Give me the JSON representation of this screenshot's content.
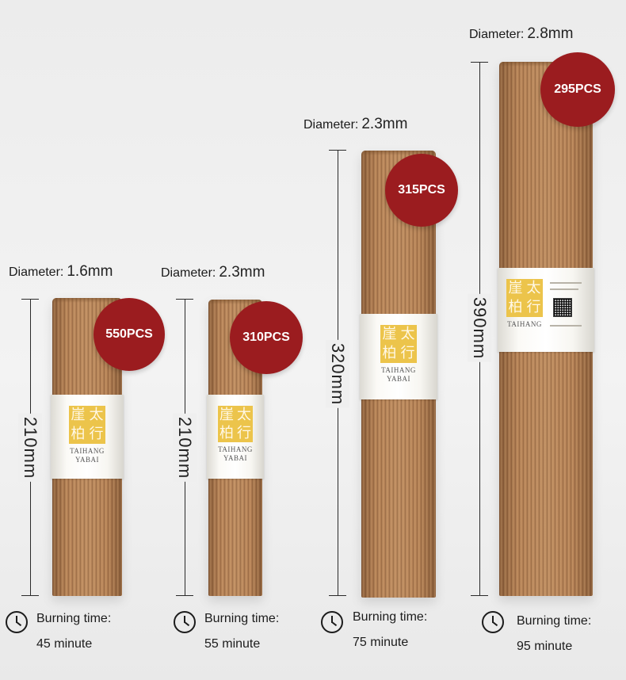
{
  "brand": {
    "chinese": [
      "太",
      "行",
      "崖",
      "柏"
    ],
    "english_line1": "TAIHANG",
    "english_line2": "YABAI"
  },
  "products": [
    {
      "diameter_label": "Diameter:",
      "diameter_value": "1.6mm",
      "length": "210mm",
      "count": "550PCS",
      "burn_label": "Burning time:",
      "burn_value": "45 minute",
      "clock_icon": "clock-icon"
    },
    {
      "diameter_label": "Diameter:",
      "diameter_value": "2.3mm",
      "length": "210mm",
      "count": "310PCS",
      "burn_label": "Burning time:",
      "burn_value": "55 minute",
      "clock_icon": "clock-icon"
    },
    {
      "diameter_label": "Diameter:",
      "diameter_value": "2.3mm",
      "length": "320mm",
      "count": "315PCS",
      "burn_label": "Burning time:",
      "burn_value": "75 minute",
      "clock_icon": "clock-icon"
    },
    {
      "diameter_label": "Diameter:",
      "diameter_value": "2.8mm",
      "length": "390mm",
      "count": "295PCS",
      "burn_label": "Burning time:",
      "burn_value": "95 minute",
      "clock_icon": "clock-icon"
    }
  ],
  "colors": {
    "badge": "#9b1c1f",
    "wood": "#b98559",
    "logo": "#ecc44b"
  }
}
